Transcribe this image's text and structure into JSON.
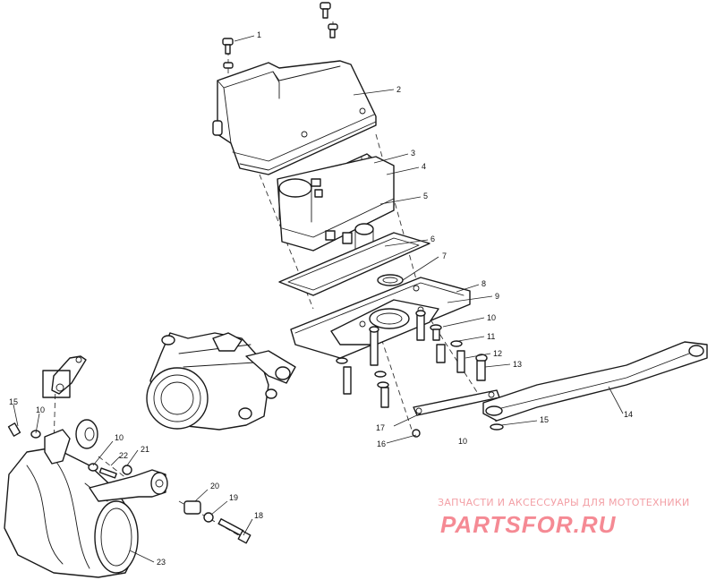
{
  "watermark": {
    "caption": "ЗАПЧАСТИ И АКСЕССУАРЫ ДЛЯ МОТОТЕХНИКИ",
    "logo": "PARTSFOR.RU",
    "color": "#f58a94"
  },
  "callouts": [
    {
      "id": "c1",
      "text": "1"
    },
    {
      "id": "c2",
      "text": "2"
    },
    {
      "id": "c3",
      "text": "3"
    },
    {
      "id": "c4",
      "text": "4"
    },
    {
      "id": "c5",
      "text": "5"
    },
    {
      "id": "c6",
      "text": "6"
    },
    {
      "id": "c7",
      "text": "7"
    },
    {
      "id": "c8",
      "text": "8"
    },
    {
      "id": "c9",
      "text": "9"
    },
    {
      "id": "c10a",
      "text": "10"
    },
    {
      "id": "c11",
      "text": "11"
    },
    {
      "id": "c12",
      "text": "12"
    },
    {
      "id": "c13",
      "text": "13"
    },
    {
      "id": "c14",
      "text": "14"
    },
    {
      "id": "c15a",
      "text": "15"
    },
    {
      "id": "c10b",
      "text": "10"
    },
    {
      "id": "c16",
      "text": "16"
    },
    {
      "id": "c17",
      "text": "17"
    },
    {
      "id": "c15b",
      "text": "15"
    },
    {
      "id": "c10c",
      "text": "10"
    },
    {
      "id": "c22",
      "text": "22"
    },
    {
      "id": "c21",
      "text": "21"
    },
    {
      "id": "c10d",
      "text": "10"
    },
    {
      "id": "c20",
      "text": "20"
    },
    {
      "id": "c19",
      "text": "19"
    },
    {
      "id": "c18",
      "text": "18"
    },
    {
      "id": "c23",
      "text": "23"
    }
  ]
}
